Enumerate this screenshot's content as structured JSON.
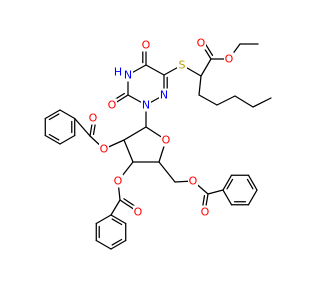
{
  "molecule": {
    "atom_labels": {
      "o_pyr_top": "O",
      "o_pyr_bottom": "O",
      "nh": "N",
      "h_of_nh": "H",
      "n_ring_1": "N",
      "n_ring_2": "N",
      "n_ring_3": "N",
      "s_thio": "S",
      "o_ester_c": "O",
      "o_ester_r": "O",
      "o_furan": "O",
      "o_bz1_c": "O",
      "o_bz1_r": "O",
      "o_bz2_c": "O",
      "o_bz2_r": "O",
      "o_bz3_c": "O",
      "o_bz3_r": "O"
    },
    "colors": {
      "bond": "#000000",
      "oxygen": "#ff0000",
      "nitrogen": "#0000ff",
      "sulfur": "#b8a000"
    }
  }
}
